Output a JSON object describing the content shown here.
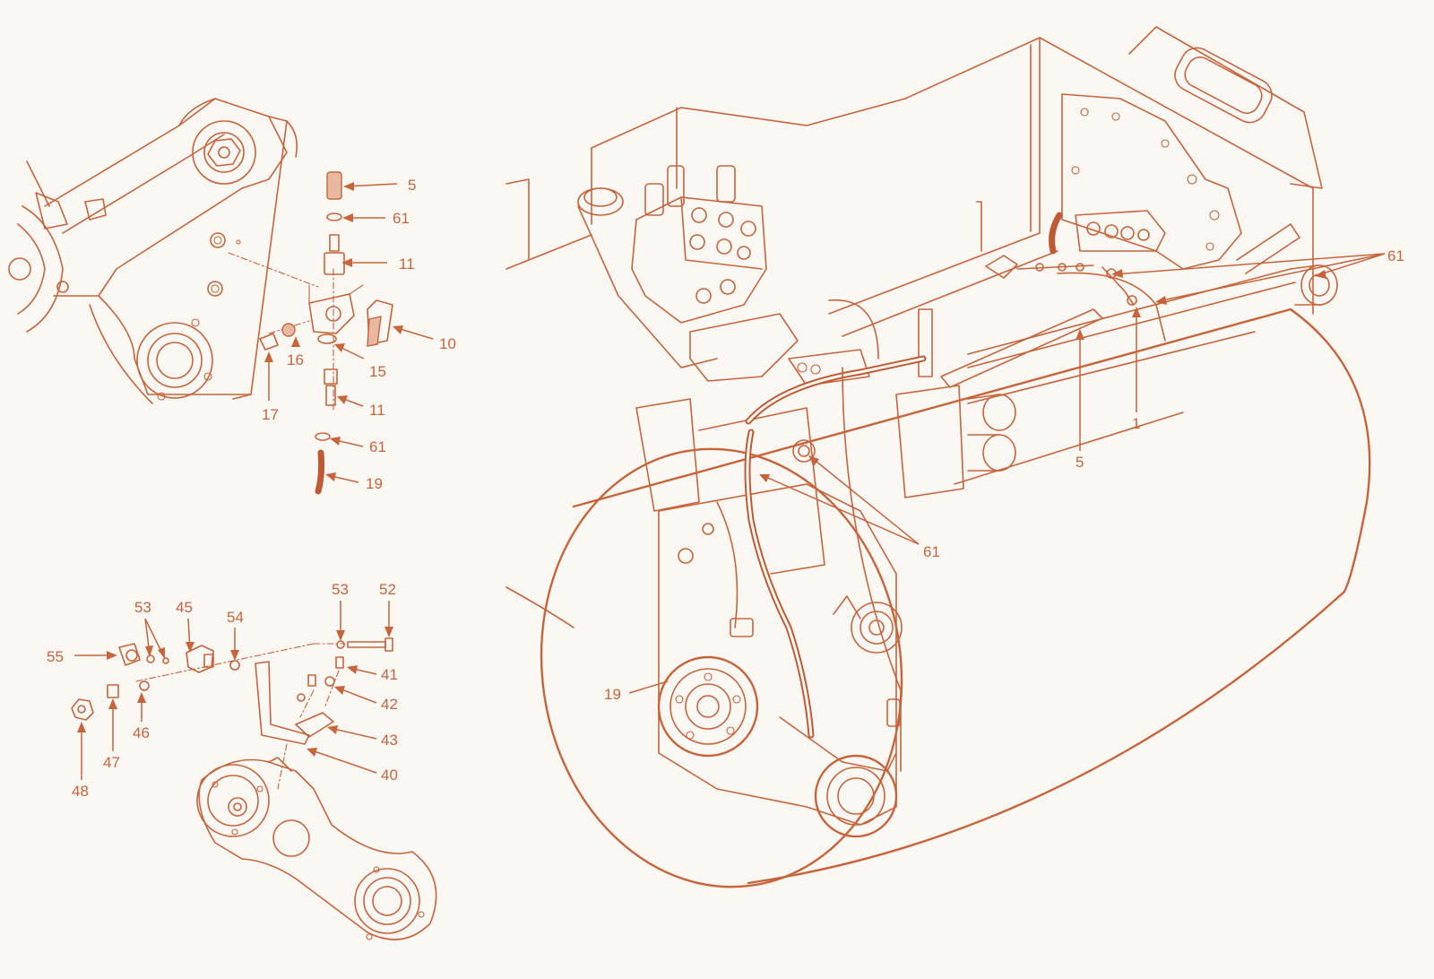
{
  "diagram": {
    "detail_top_left": {
      "callouts": [
        "5",
        "61",
        "11",
        "10",
        "15",
        "11",
        "61",
        "19",
        "17",
        "16"
      ]
    },
    "detail_bottom_left": {
      "callouts": [
        "53",
        "45",
        "54",
        "53",
        "52",
        "55",
        "41",
        "42",
        "43",
        "40",
        "46",
        "47",
        "48"
      ]
    },
    "main_view": {
      "callouts": [
        "61",
        "1",
        "5",
        "61",
        "19"
      ]
    }
  },
  "colors": {
    "line": "#c8643c",
    "hose": "#c05a34",
    "background": "#fbf8f3"
  }
}
